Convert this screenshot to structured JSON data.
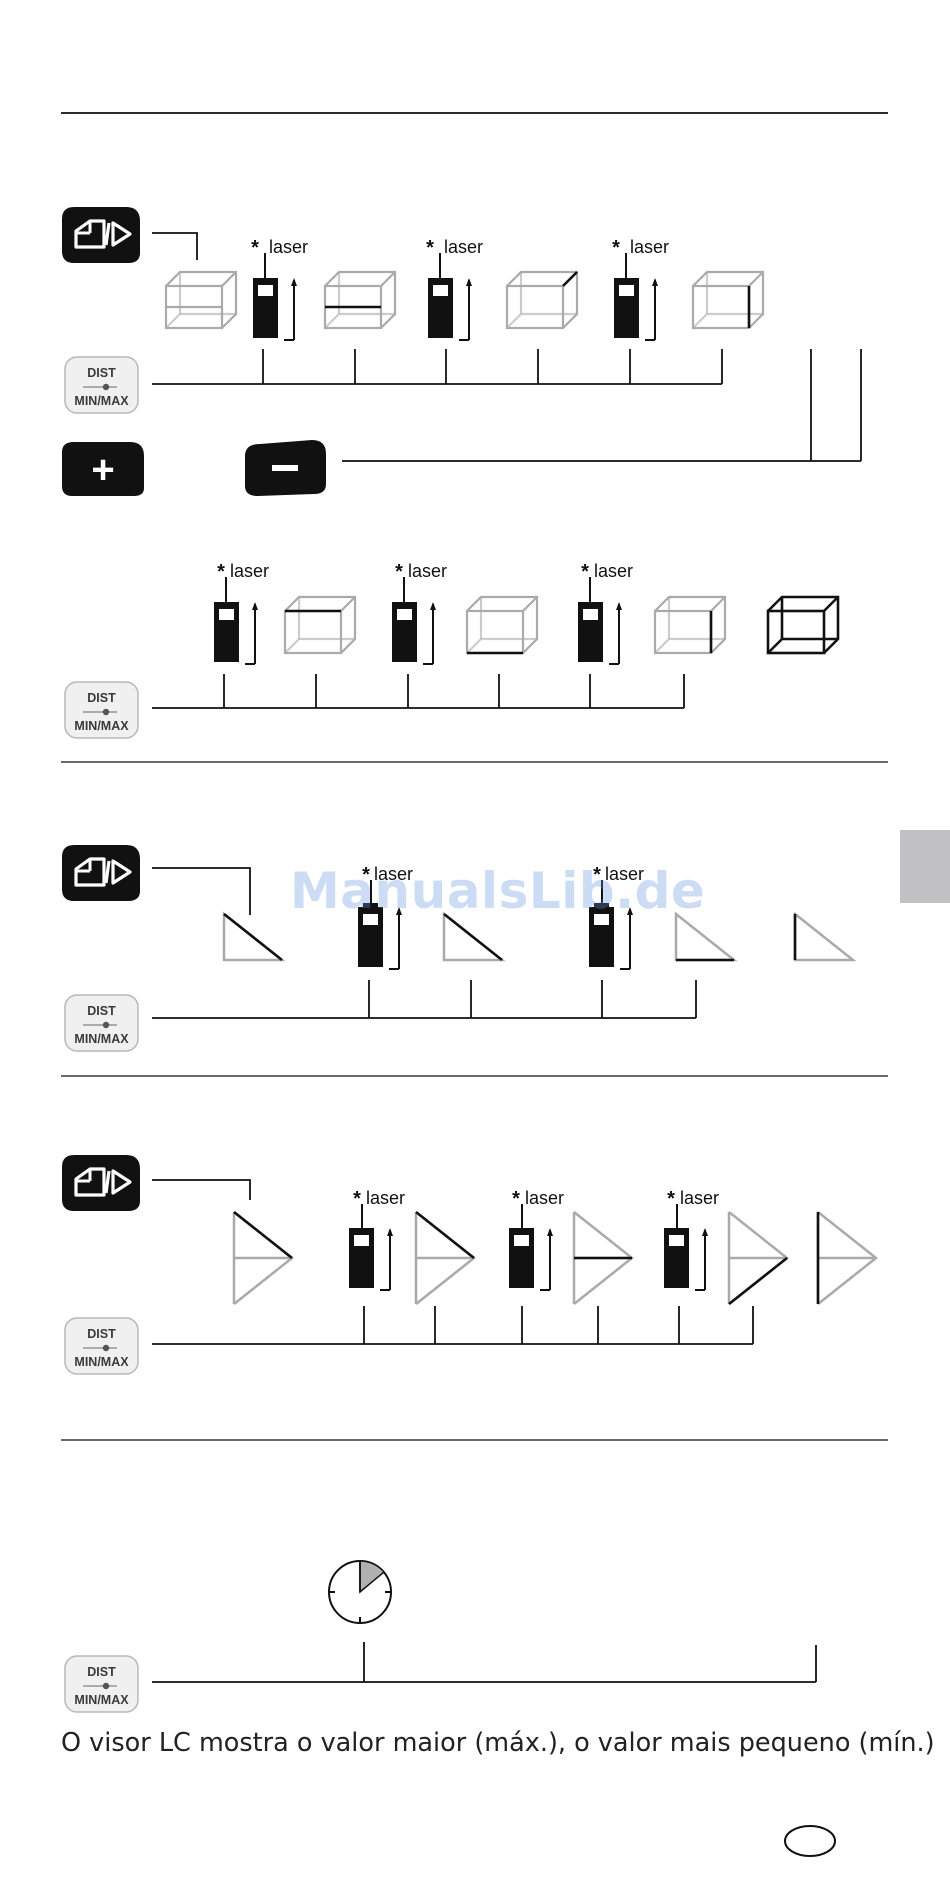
{
  "buttons": {
    "mode_icon": "mode-icon",
    "dist_top": "DIST",
    "dist_bottom": "MIN/MAX",
    "plus": "+",
    "minus": "−"
  },
  "laser_label": "laser",
  "laser_symbol": "*",
  "caption": "O visor LC mostra o valor maior (máx.), o valor mais pequeno (mín.)",
  "watermark": "ManualsLib.de",
  "colors": {
    "black": "#111111",
    "gray": "#aaaaaa",
    "tab": "#c1c1c3"
  }
}
